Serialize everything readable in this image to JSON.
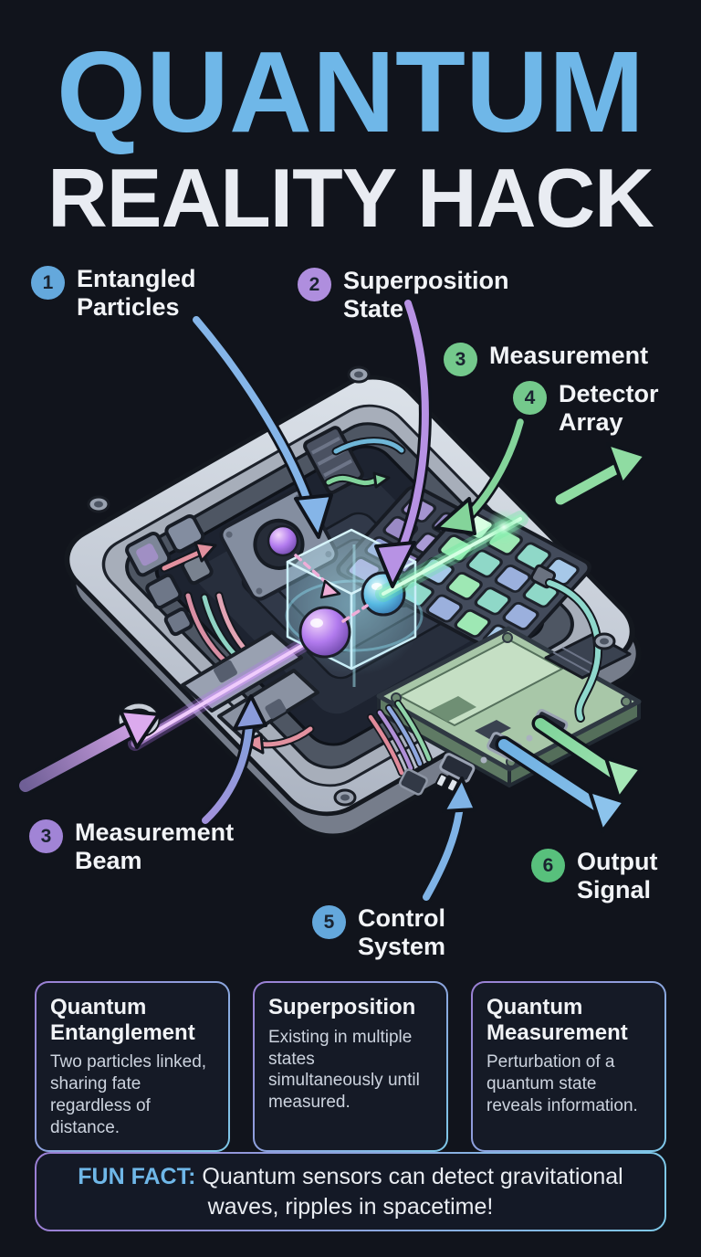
{
  "title": {
    "line1": "QUANTUM",
    "line2": "REALITY HACK"
  },
  "callouts": [
    {
      "id": "entangled-particles",
      "num": "1",
      "line1": "Entangled",
      "line2": "Particles",
      "badge_color": "#64a8dc"
    },
    {
      "id": "superposition-state",
      "num": "2",
      "line1": "Superposition",
      "line2": "State",
      "badge_color": "#af8ede"
    },
    {
      "id": "measurement",
      "num": "3",
      "line1": "Measurement",
      "line2": "",
      "badge_color": "#74c98c"
    },
    {
      "id": "detector-array",
      "num": "4",
      "line1": "Detector",
      "line2": "Array",
      "badge_color": "#74c98c"
    },
    {
      "id": "measurement-beam",
      "num": "3",
      "line1": "Measurement",
      "line2": "Beam",
      "badge_color": "#a184d6"
    },
    {
      "id": "control-system",
      "num": "5",
      "line1": "Control",
      "line2": "System",
      "badge_color": "#64a8dc"
    },
    {
      "id": "output-signal",
      "num": "6",
      "line1": "Output",
      "line2": "Signal",
      "badge_color": "#58c07c"
    }
  ],
  "illustration": {
    "description": "Isometric cutaway of an open quantum sensor device",
    "components": [
      "device-case",
      "lens-module",
      "entangled-particle-orbs",
      "superposition-glass-cube",
      "purple-measurement-laser",
      "green-readout-laser",
      "detector-keypad-array",
      "control-circuit-board",
      "output-ports",
      "wiring-harness",
      "corner-screws"
    ]
  },
  "cards": [
    {
      "title": "Quantum Entanglement",
      "body": "Two particles linked, sharing fate regardless of distance."
    },
    {
      "title": "Superposition",
      "body": "Existing in multiple states simultaneously until measured."
    },
    {
      "title": "Quantum Measurement",
      "body": "Perturbation of a quantum state reveals information."
    }
  ],
  "fun_fact": {
    "label": "FUN FACT:",
    "text": " Quantum sensors can detect gravitational waves, ripples in spacetime!"
  },
  "colors": {
    "background": "#11141c",
    "title_accent": "#6fb7e8",
    "text_primary": "#eceef2",
    "badge_blue": "#64a8dc",
    "badge_purple": "#af8ede",
    "badge_green": "#74c98c",
    "card_border_purple": "#9b7fd4",
    "card_border_blue": "#7ec8e8",
    "laser_purple": "#cf9df2",
    "laser_green": "#9df2bb"
  }
}
